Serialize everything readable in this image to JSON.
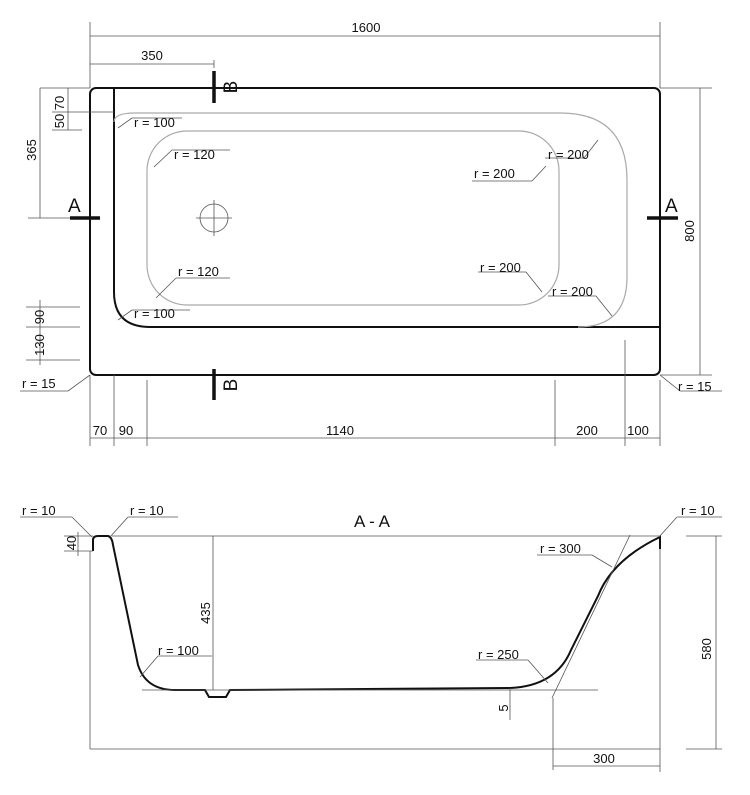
{
  "plan": {
    "overall_width": "1600",
    "b_offset": "350",
    "top_dims": [
      "50",
      "70"
    ],
    "left_365": "365",
    "left_90": "90",
    "left_130": "130",
    "height_800": "800",
    "radius_labels": {
      "inner_tl": "r = 100",
      "inner_bl": "r = 100",
      "floor_tl": "r = 120",
      "floor_bl": "r = 120",
      "rim_tr": "r = 200",
      "floor_tr": "r = 200",
      "floor_br": "r = 200",
      "rim_br": "r = 200",
      "corner_bl": "r = 15",
      "corner_br": "r = 15"
    },
    "bottom_dims": [
      "70",
      "90",
      "1140",
      "200",
      "100"
    ],
    "section_a": "A",
    "section_b": "B"
  },
  "section": {
    "title": "A - A",
    "radius_labels": {
      "rim_l": "r = 10",
      "rim_l2": "r = 10",
      "rim_r": "r = 10",
      "slope_r": "r = 300",
      "floor_l": "r = 100",
      "floor_r": "r = 250"
    },
    "rim_thickness": "40",
    "depth": "435",
    "total_height": "580",
    "slope_offset": "5",
    "slope_width": "300"
  }
}
